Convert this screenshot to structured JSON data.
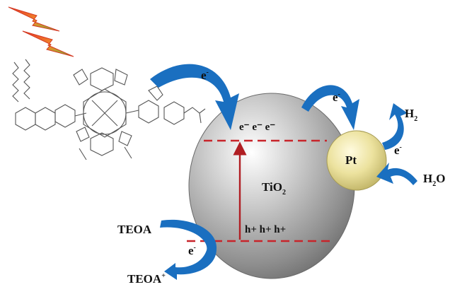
{
  "colors": {
    "arrow_blue": "#1a6fc0",
    "level_line": "#c8242a",
    "excitation_arrow": "#b01e23",
    "tio2_particle": "#9a9a9a",
    "pt_particle": "#e9df9c",
    "lightning_red": "#e84a2a",
    "lightning_orange": "#f3a528"
  },
  "icons": {
    "light": "lightning-bolt-icon",
    "dye": "porphyrin-dye-molecule"
  },
  "labels": {
    "electron": "e",
    "electron_sup": "-",
    "electrons_cb": "e⁻ e⁻ e⁻",
    "holes_vb": "h+ h+ h+",
    "tio2_main": "TiO",
    "tio2_sub": "2",
    "pt": "Pt",
    "h2_main": "H",
    "h2_sub": "2",
    "h2o_main": "H",
    "h2o_sub": "2",
    "h2o_tail": "O",
    "teoa": "TEOA",
    "teoa_ox_main": "TEOA",
    "teoa_ox_sup": "+"
  }
}
